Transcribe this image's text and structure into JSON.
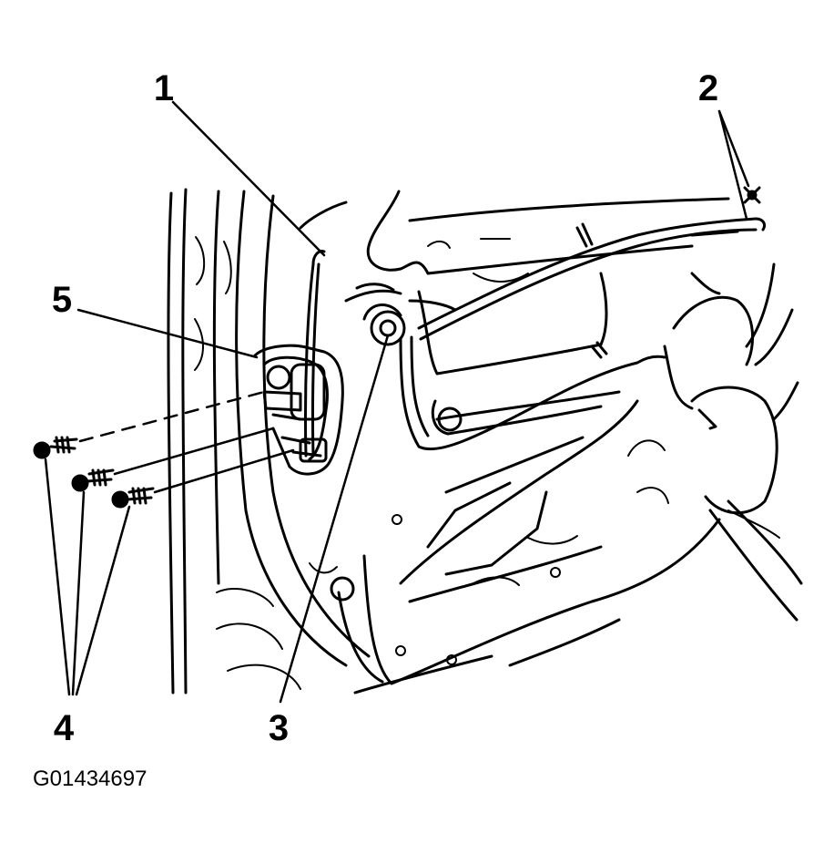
{
  "diagram": {
    "callouts": [
      {
        "id": "callout-1",
        "text": "1"
      },
      {
        "id": "callout-2",
        "text": "2"
      },
      {
        "id": "callout-3",
        "text": "3"
      },
      {
        "id": "callout-4",
        "text": "4"
      },
      {
        "id": "callout-5",
        "text": "5"
      }
    ],
    "figure_id": "G01434697"
  }
}
